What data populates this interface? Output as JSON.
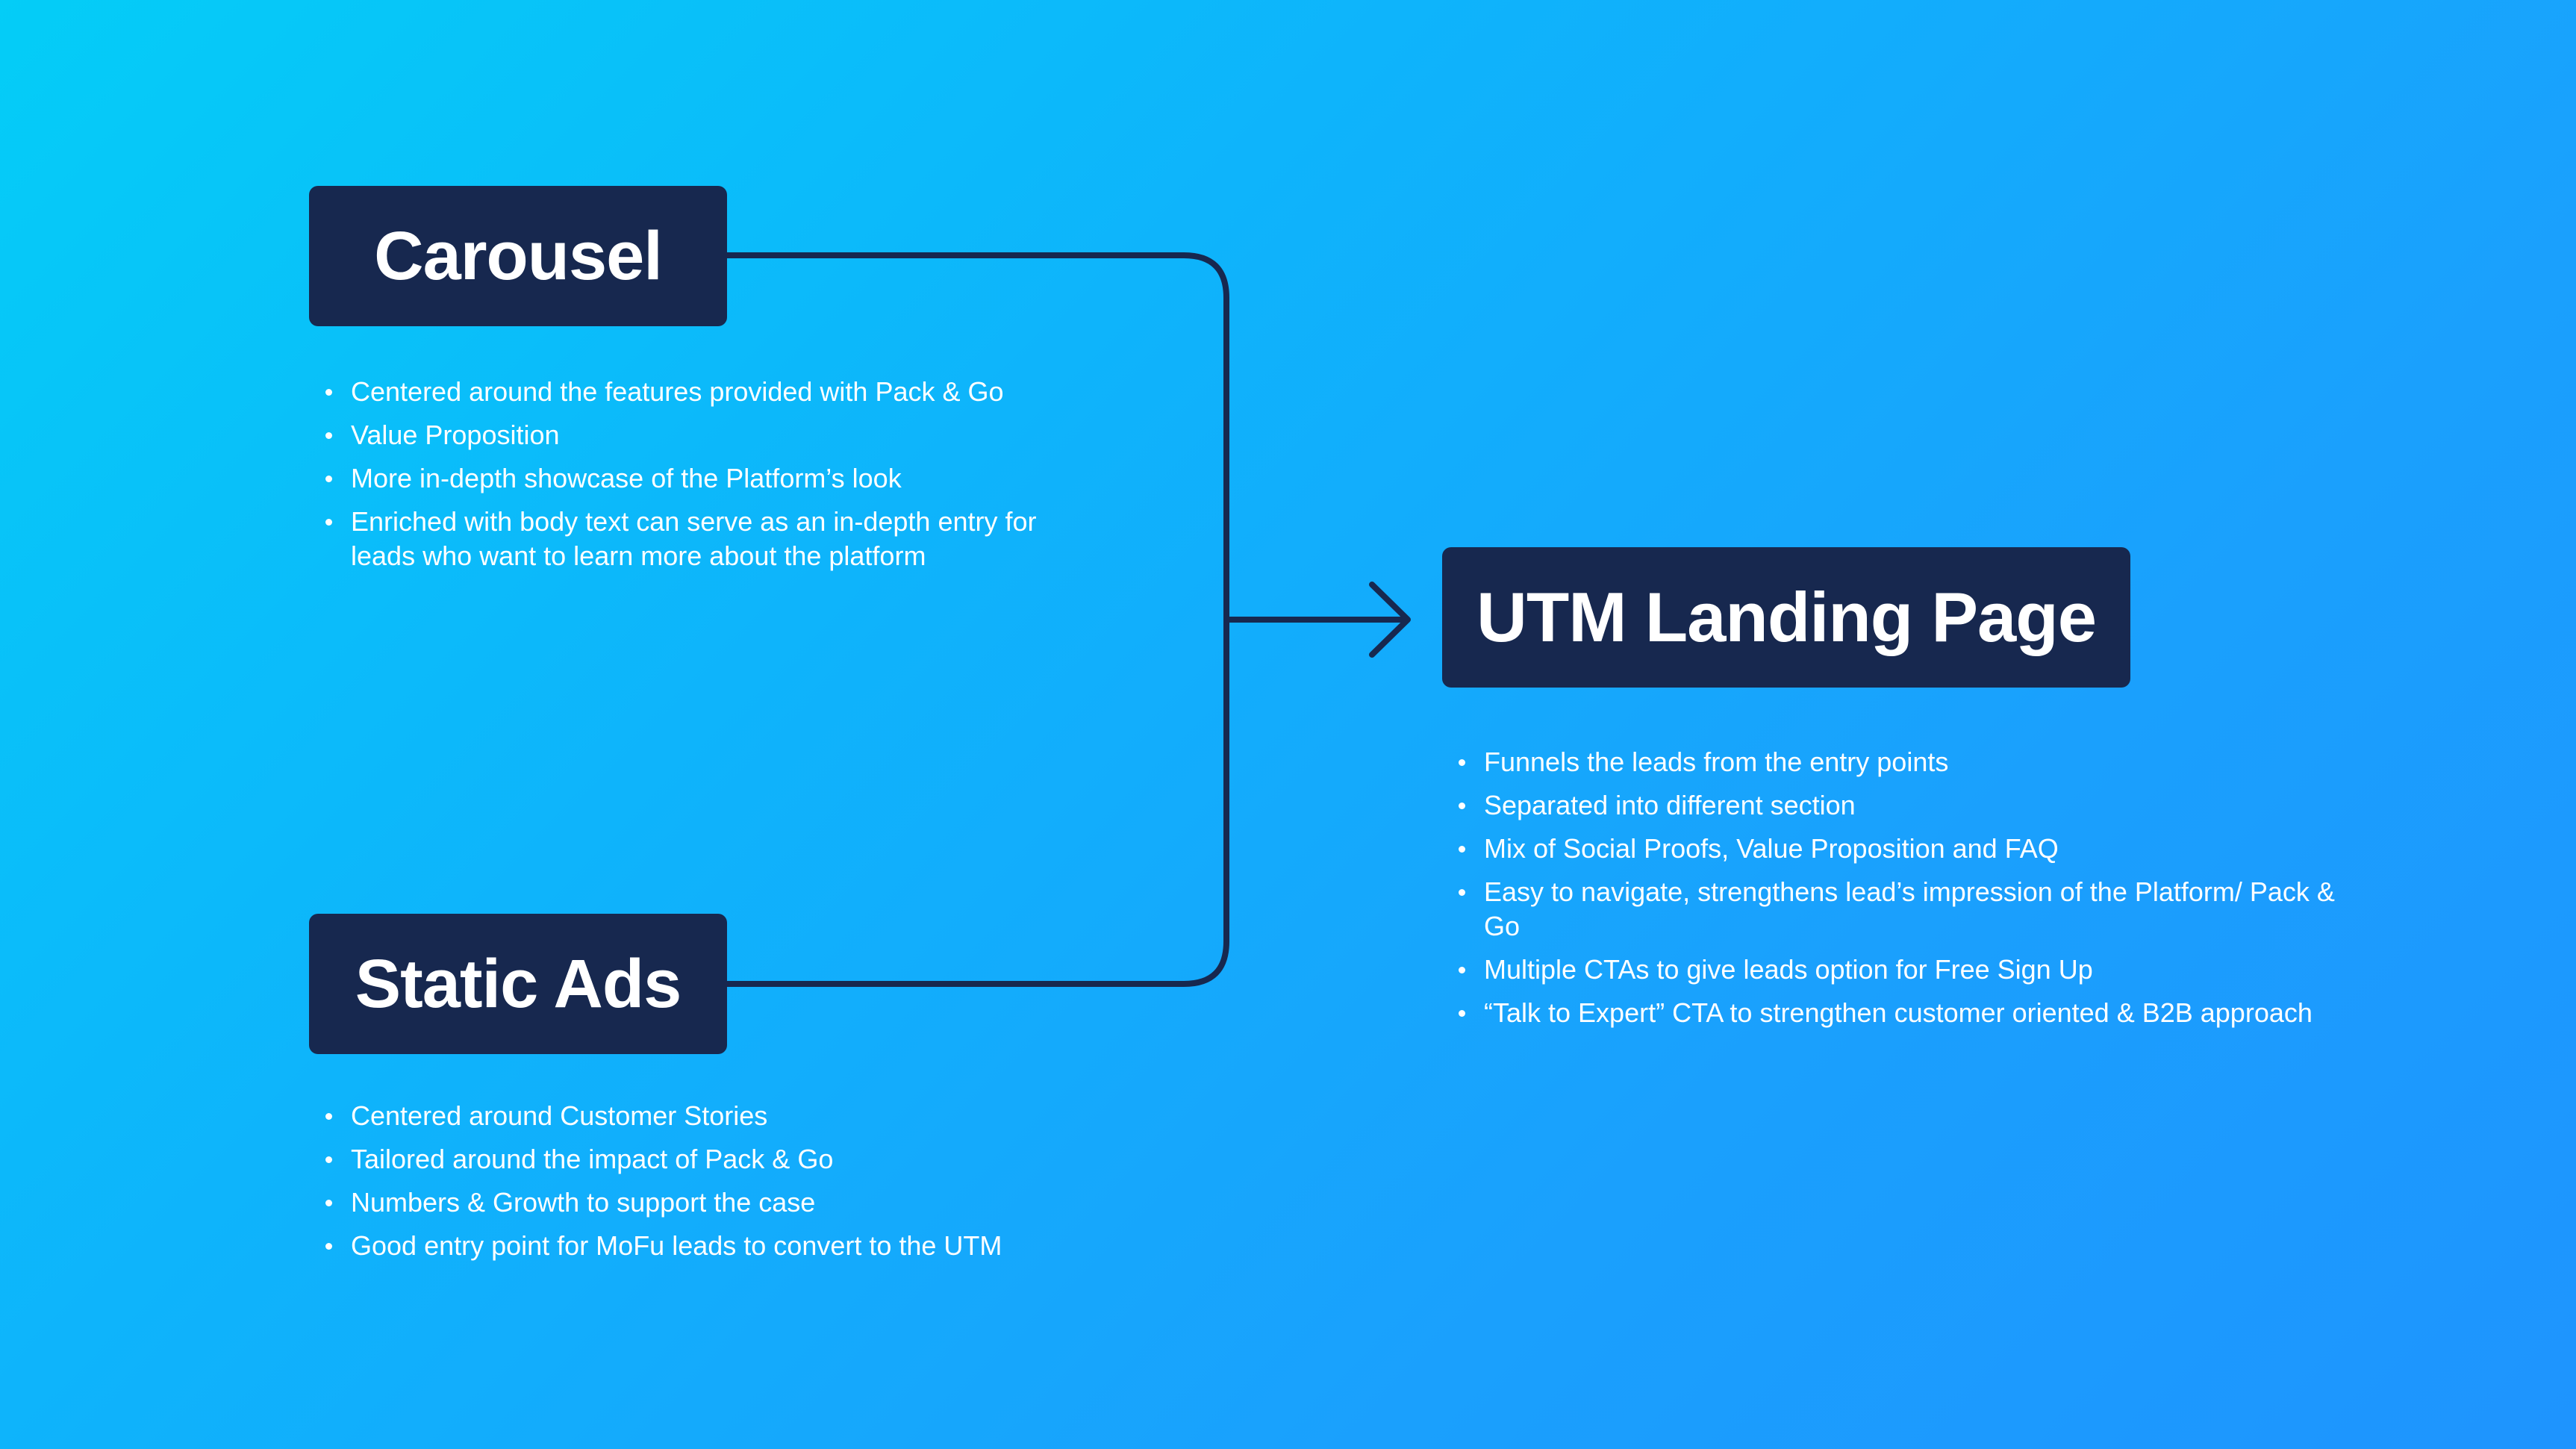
{
  "nodes": {
    "carousel": {
      "title": "Carousel",
      "bullets": [
        "Centered around the features provided with Pack & Go",
        "Value Proposition",
        "More in-depth showcase of the Platform’s look",
        "Enriched with body text can serve as an in-depth entry for leads who want to learn more about the platform"
      ]
    },
    "static_ads": {
      "title": "Static Ads",
      "bullets": [
        "Centered around Customer Stories",
        "Tailored around the impact of Pack & Go",
        "Numbers & Growth to support the case",
        "Good entry point for MoFu leads to convert to the UTM"
      ]
    },
    "utm_landing_page": {
      "title": "UTM Landing Page",
      "bullets": [
        "Funnels the leads from the entry points",
        "Separated into different section",
        "Mix of Social Proofs, Value Proposition and FAQ",
        "Easy to navigate, strengthens lead’s impression of the Platform/ Pack & Go",
        "Multiple CTAs to give leads option for Free Sign Up",
        "“Talk to Expert” CTA to strengthen customer oriented & B2B approach"
      ]
    }
  },
  "edges": [
    {
      "from": "Carousel",
      "to": "UTM Landing Page"
    },
    {
      "from": "Static Ads",
      "to": "UTM Landing Page"
    }
  ],
  "colors": {
    "box_fill": "#17284f",
    "connector": "#17284f",
    "text": "#ffffff",
    "background_start": "#04cdf7",
    "background_end": "#1e94fe"
  }
}
